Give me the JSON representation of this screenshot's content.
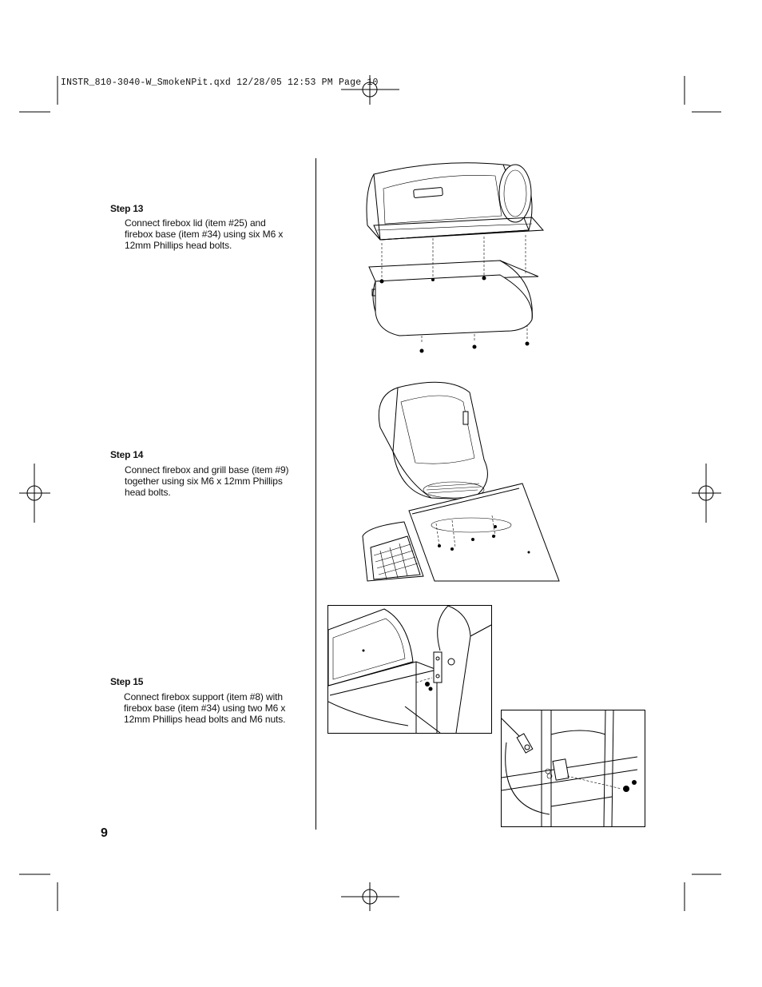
{
  "slug_line": "INSTR_810-3040-W_SmokeNPit.qxd  12/28/05  12:53 PM  Page 10",
  "page_number": "9",
  "steps": [
    {
      "title": "Step 13",
      "text": "Connect firebox lid (item #25) and firebox base (item #34) using six M6 x 12mm Phillips head bolts."
    },
    {
      "title": "Step 14",
      "text": "Connect firebox and grill base (item #9) together using six M6 x 12mm Phillips head bolts."
    },
    {
      "title": "Step 15",
      "text": "Connect firebox support (item #8) with firebox base (item #34) using two M6 x 12mm Phillips head bolts and M6 nuts."
    }
  ]
}
